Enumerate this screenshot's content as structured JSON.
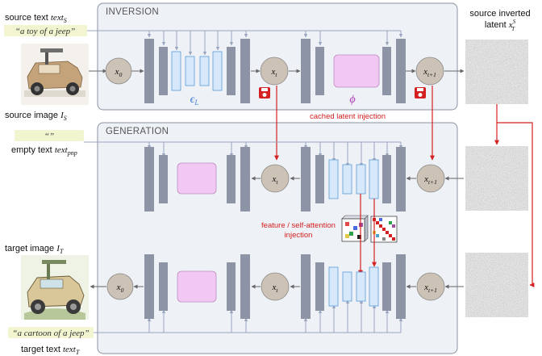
{
  "labels": {
    "source_text": "source text",
    "source_text_sym": "text",
    "source_text_sub": "S",
    "prompt_source": "“a toy of a jeep”",
    "source_image": "source image",
    "source_image_sym": "I",
    "source_image_sub": "S",
    "empty_prompt": "“”",
    "empty_text": "empty text",
    "empty_text_sym": "text",
    "empty_text_sub": "pnp",
    "target_image": "target image",
    "target_image_sym": "I",
    "target_image_sub": "T",
    "prompt_target": "“a cartoon of a jeep”",
    "target_text": "target text",
    "target_text_sym": "text",
    "target_text_sub": "T",
    "inverted_title_1": "source inverted",
    "inverted_title_2": "latent",
    "inverted_sym": "x",
    "inverted_sup": "S",
    "inverted_sub": "T"
  },
  "sections": {
    "inversion": "INVERSION",
    "generation": "GENERATION"
  },
  "nodes": {
    "x0": "x",
    "x0_sub": "0",
    "xt": "x",
    "xt_sub": "t",
    "xt1": "x",
    "xt1_sub": "t+1"
  },
  "symbols": {
    "epsilon": "ϵ",
    "epsilon_sub": "L",
    "phi": "ϕ"
  },
  "annotations": {
    "cached_latent": "cached latent injection",
    "feature_line1": "feature / self-attention",
    "feature_line2": "injection"
  },
  "colors": {
    "panel_fill": "#eef1f6",
    "panel_stroke": "#8a93a3",
    "block_fill": "#8c94a6",
    "block_light": "#d7e8fa",
    "block_light_stroke": "#5a9bd8",
    "attn_fill": "#f1c8f4",
    "attn_stroke": "#b98cbe",
    "node_fill": "#cdc2b6",
    "red": "#d42020",
    "prompt_fill": "#f2f5cf",
    "epsilon_color": "#3d7fd6",
    "phi_color": "#b03ab8"
  },
  "icons": [
    "save-disk-icon",
    "noise-latent-image",
    "jeep-photo-image",
    "jeep-cartoon-image",
    "attention-map-icon"
  ]
}
